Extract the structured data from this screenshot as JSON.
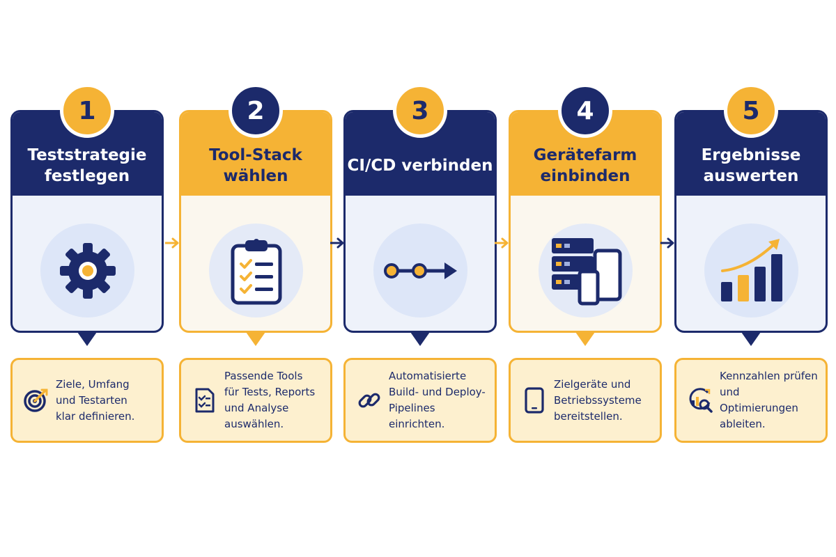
{
  "colors": {
    "navy": "#1c2a6b",
    "gold": "#f5b335",
    "pale_gold": "#fdf0cf",
    "pale_blue": "#eef2fa"
  },
  "steps": [
    {
      "number": "1",
      "title": "Teststrategie festlegen",
      "icon": "gear-icon",
      "desc_icon": "target-icon",
      "description": "Ziele, Umfang\nund Testarten\nklar definieren."
    },
    {
      "number": "2",
      "title": "Tool-Stack wählen",
      "icon": "clipboard-checklist-icon",
      "desc_icon": "checklist-document-icon",
      "description": "Passende Tools\nfür Tests, Reports\nund Analyse\nauswählen."
    },
    {
      "number": "3",
      "title": "CI/CD verbinden",
      "icon": "pipeline-arrow-icon",
      "desc_icon": "chain-link-icon",
      "description": "Automatisierte\nBuild- und Deploy-\nPipelines einrichten."
    },
    {
      "number": "4",
      "title": "Gerätefarm einbinden",
      "icon": "server-devices-icon",
      "desc_icon": "tablet-icon",
      "description": "Zielgeräte und\nBetriebssysteme\nbereitstellen."
    },
    {
      "number": "5",
      "title": "Ergebnisse auswerten",
      "icon": "growth-chart-icon",
      "desc_icon": "analytics-magnifier-icon",
      "description": "Kennzahlen prüfen\nund Optimierungen\nableiten."
    }
  ]
}
